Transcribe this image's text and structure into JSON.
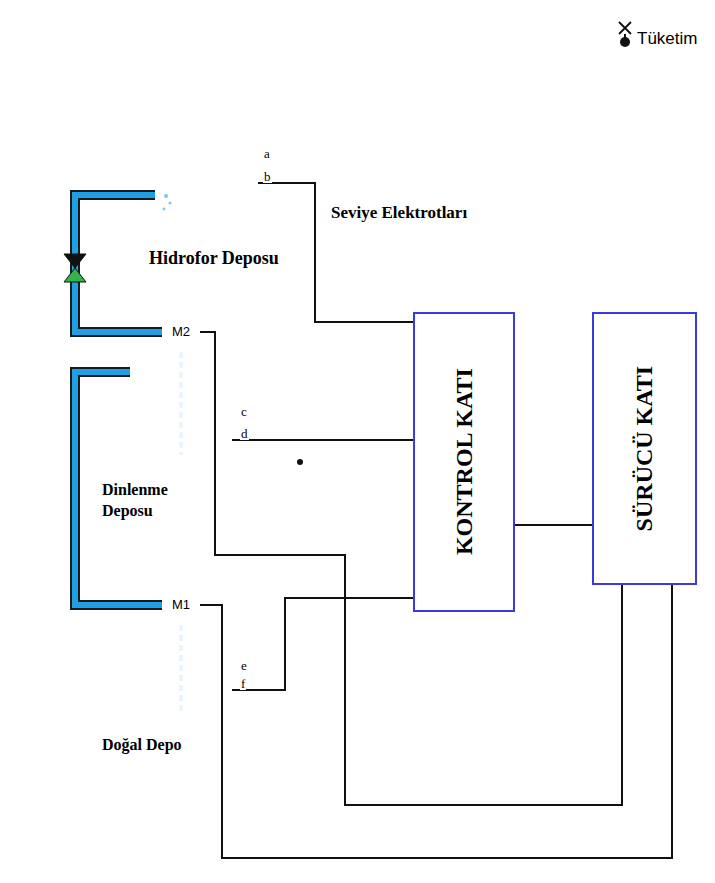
{
  "diagram": {
    "nodes": [
      {
        "text": [
          "Hidrofor Deposu"
        ]
      },
      {
        "text": [
          "Dinlenme Deposu"
        ]
      },
      {
        "text": [
          "M2"
        ],
        "in": 1
      },
      {
        "text": [
          "KONTROL KATI"
        ]
      },
      {
        "text": [
          "SÜRÜCÜ KATI"
        ]
      },
      {
        "text": [
          "Doğal Depo"
        ]
      },
      {
        "text": [
          "M1"
        ],
        "in": 5
      }
    ],
    "edges": [
      {
        "from": 2,
        "to": 0,
        "arrow": "none"
      },
      {
        "from": 6,
        "to": 1,
        "arrow": "none"
      },
      {
        "from": 0,
        "to": 3,
        "arrow": "none"
      },
      {
        "from": 1,
        "to": 3,
        "arrow": "none"
      },
      {
        "from": 5,
        "to": 3,
        "arrow": "none"
      },
      {
        "from": 3,
        "to": 4,
        "arrow": "none"
      },
      {
        "from": 4,
        "to": 2,
        "arrow": "none"
      },
      {
        "from": 4,
        "to": 6,
        "arrow": "none"
      }
    ],
    "labels": [
      "Tüketim",
      "Seviye Elektrotları",
      "a",
      "b",
      "c",
      "d",
      "e",
      "f"
    ]
  }
}
